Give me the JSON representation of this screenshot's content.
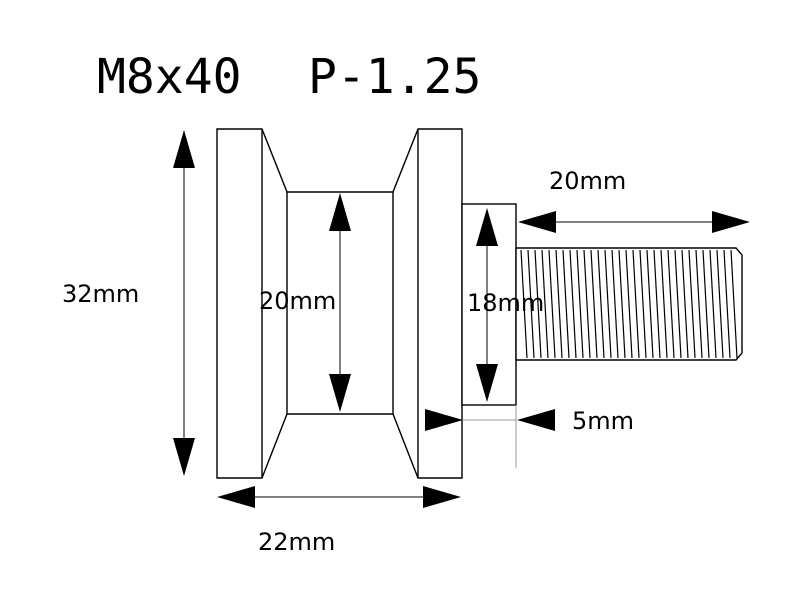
{
  "title": {
    "thread_size": "M8x40",
    "pitch": "P-1.25"
  },
  "dimensions": {
    "overall_diameter": "32mm",
    "groove_diameter": "20mm",
    "collar_diameter": "18mm",
    "thread_length": "20mm",
    "collar_width": "5mm",
    "spool_width": "22mm"
  },
  "colors": {
    "line": "#000000",
    "background": "#ffffff",
    "extension_line": "#999999"
  }
}
